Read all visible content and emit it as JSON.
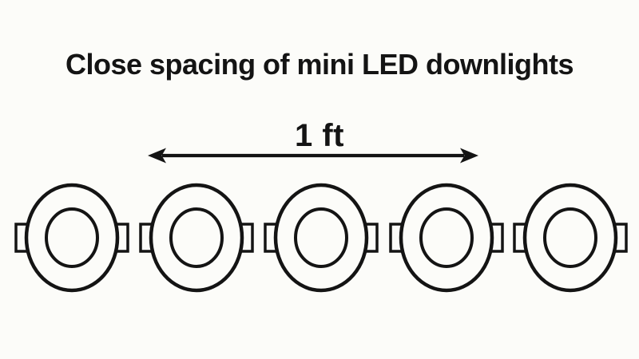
{
  "title": "Close spacing of mini LED downlights",
  "measurement": {
    "label": "1 ft"
  },
  "diagram": {
    "downlight_count": 5,
    "description": "row-of-recessed-mini-led-downlights"
  },
  "colors": {
    "background": "#fcfcf9",
    "line": "#141414"
  }
}
